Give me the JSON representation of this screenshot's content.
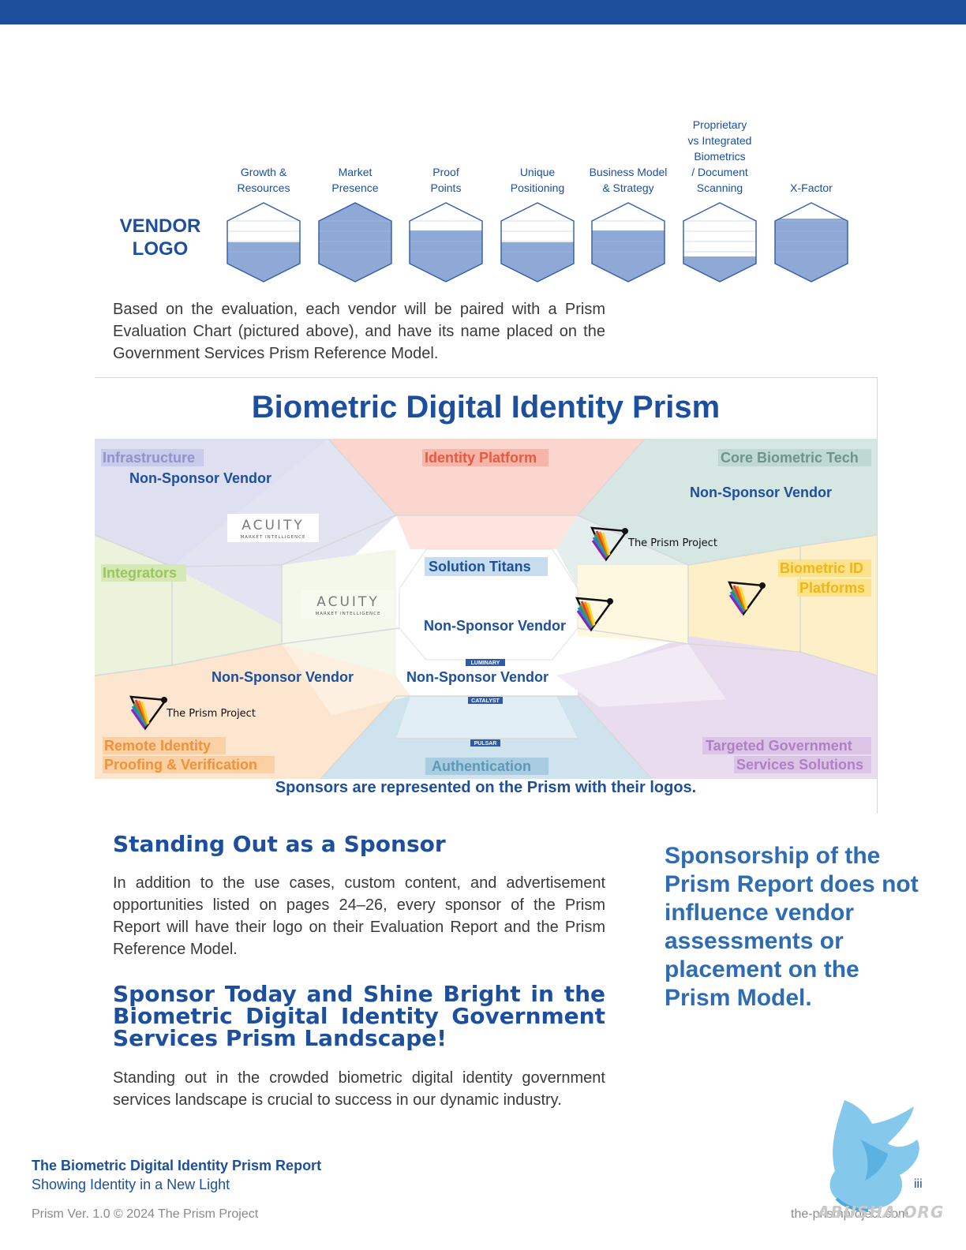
{
  "evaluation": {
    "vendor_logo_line1": "VENDOR",
    "vendor_logo_line2": "LOGO",
    "criteria": [
      {
        "label": [
          "Growth &",
          "Resources"
        ],
        "fill": 0.5
      },
      {
        "label": [
          "Market",
          "Presence"
        ],
        "fill": 1.0
      },
      {
        "label": [
          "Proof",
          "Points"
        ],
        "fill": 0.65
      },
      {
        "label": [
          "Unique",
          "Positioning"
        ],
        "fill": 0.5
      },
      {
        "label": [
          "Business Model",
          "& Strategy"
        ],
        "fill": 0.65
      },
      {
        "label": [
          "Proprietary",
          "vs Integrated",
          "Biometrics",
          "/ Document",
          "Scanning"
        ],
        "fill": 0.32
      },
      {
        "label": [
          "X-Factor"
        ],
        "fill": 0.8
      }
    ],
    "description": "Based on the evaluation, each vendor will be paired with a Prism Evaluation Chart (pictured above), and have its name placed on the Government Services Prism Reference Model."
  },
  "prism": {
    "title": "Biometric Digital Identity Prism",
    "segments": {
      "infrastructure": "Infrastructure",
      "identity_platform": "Identity Platform",
      "core_biometric_tech": "Core Biometric Tech",
      "integrators": "Integrators",
      "biometric_id_line1": "Biometric ID",
      "biometric_id_line2": "Platforms",
      "solution_titans": "Solution Titans",
      "remote_identity_line1": "Remote Identity",
      "remote_identity_line2": "Proofing & Verification",
      "authentication": "Authentication",
      "targeted_gov_line1": "Targeted Government",
      "targeted_gov_line2": "Services Solutions"
    },
    "vendor_text": "Non-Sponsor Vendor",
    "tiers": [
      "LUMINARY",
      "CATALYST",
      "PULSAR"
    ],
    "acuity_name": "ACUITY",
    "acuity_sub": "MARKET INTELLIGENCE",
    "prism_project_name": "The Prism Project",
    "caption": "Sponsors are represented on the Prism with their logos."
  },
  "sections": {
    "heading1": "Standing Out as a Sponsor",
    "para1": "In addition to the use cases, custom content, and advertisement opportunities listed on pages 24–26, every sponsor of the Prism Report will have their logo on their Evaluation Report and the Prism Reference Model.",
    "heading2_line1": "Sponsor Today and Shine Bright in the",
    "heading2_line2": "Biometric Digital Identity Government",
    "heading2_line3": "Services Prism Landscape!",
    "para2": "Standing out in the crowded biometric digital identity government services landscape is crucial to success in our dynamic industry."
  },
  "sidebar": {
    "quote": "Sponsorship of the Prism Report does not influence vendor assessments or placement on the Prism Model."
  },
  "footer": {
    "report_title": "The Biometric Digital Identity Prism Report",
    "tagline": "Showing Identity in a New Light",
    "copyright": "Prism Ver. 1.0 © 2024 The Prism Project",
    "url": "the-prismproject.com",
    "page_number": "iii",
    "watermark": "ABUSHA.ORG"
  },
  "colors": {
    "brand_blue": "#1d4f9c",
    "hex_fill": "#8fa9d6",
    "hex_stroke": "#2e5aa8"
  }
}
